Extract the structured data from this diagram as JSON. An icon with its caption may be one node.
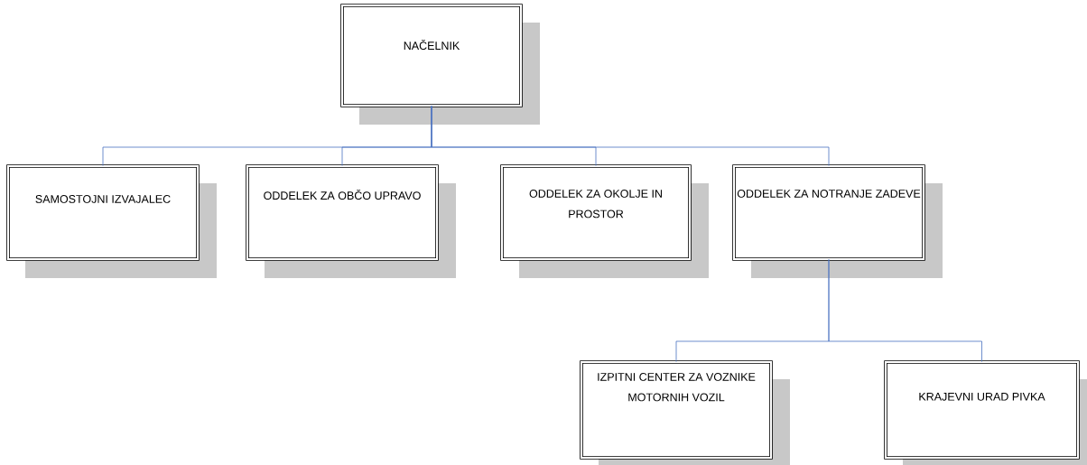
{
  "diagram": {
    "nodes": [
      {
        "text": [
          "NAČELNIK"
        ]
      },
      {
        "text": [
          "SAMOSTOJNI IZVAJALEC"
        ]
      },
      {
        "text": [
          "ODDELEK ZA OBČO UPRAVO"
        ]
      },
      {
        "text": [
          "ODDELEK ZA OKOLJE IN PROSTOR"
        ]
      },
      {
        "text": [
          "ODDELEK ZA NOTRANJE ZADEVE"
        ]
      },
      {
        "text": [
          "IZPITNI CENTER ZA VOZNIKE MOTORNIH VOZIL"
        ]
      },
      {
        "text": [
          "KRAJEVNI URAD PIVKA"
        ]
      }
    ],
    "edges": [
      {
        "from": 0,
        "to": 1,
        "arrow": "none"
      },
      {
        "from": 0,
        "to": 2,
        "arrow": "none"
      },
      {
        "from": 0,
        "to": 3,
        "arrow": "none"
      },
      {
        "from": 0,
        "to": 4,
        "arrow": "none"
      },
      {
        "from": 4,
        "to": 5,
        "arrow": "none"
      },
      {
        "from": 4,
        "to": 6,
        "arrow": "none"
      }
    ]
  }
}
